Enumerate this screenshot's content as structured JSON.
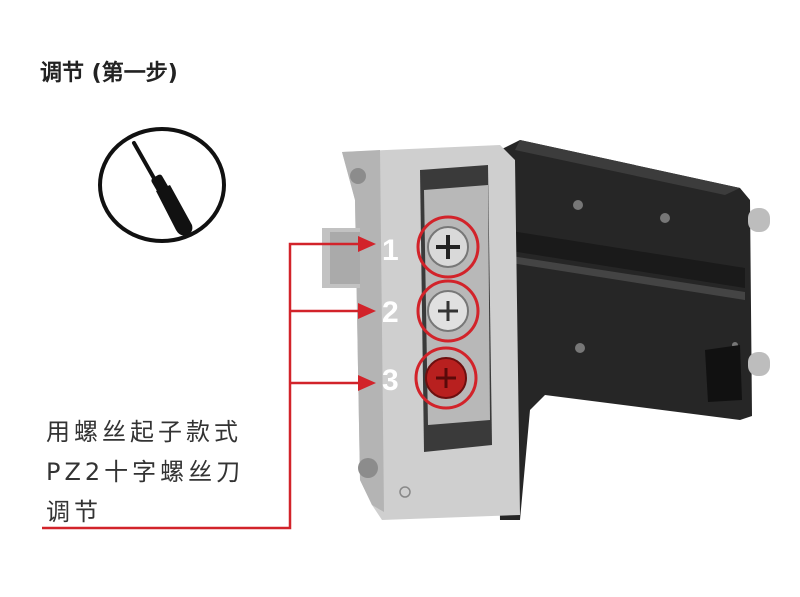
{
  "heading": "调节 (第一步)",
  "icons": {
    "tool": "screwdriver-icon"
  },
  "step_numbers": [
    "1",
    "2",
    "3"
  ],
  "caption_lines": [
    "用螺丝起子款式",
    "PZ2十字螺丝刀",
    "调节"
  ],
  "colors": {
    "accent": "#d2232a",
    "bracket": "#2a2a2a",
    "plate": "#c9c9c9"
  }
}
